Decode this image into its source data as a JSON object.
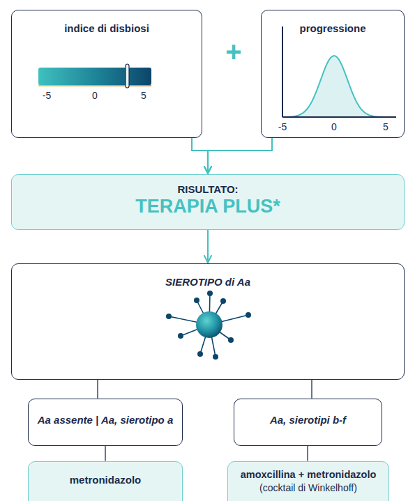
{
  "diagram": {
    "nodes": [
      {
        "text": [
          "indice di disbiosi"
        ]
      },
      {
        "text": [
          "progressione"
        ]
      },
      {
        "text": [
          "RISULTATO:",
          "TERAPIA PLUS*"
        ]
      },
      {
        "text": [
          "SIEROTIPO di Aa"
        ]
      },
      {
        "text": [
          "Aa assente | Aa, sierotipo a"
        ]
      },
      {
        "text": [
          "Aa, sierotipi b-f"
        ]
      },
      {
        "text": [
          "metronidazolo"
        ]
      },
      {
        "text": [
          "amoxcillina + metronidazolo",
          "(cocktail di Winkelhoff)"
        ]
      }
    ],
    "edges": [
      {
        "from": 0,
        "to": 2,
        "arrow": "to"
      },
      {
        "from": 1,
        "to": 2,
        "arrow": "to"
      },
      {
        "from": 2,
        "to": 3,
        "arrow": "to"
      },
      {
        "from": 3,
        "to": 4,
        "arrow": "none"
      },
      {
        "from": 3,
        "to": 5,
        "arrow": "none"
      },
      {
        "from": 4,
        "to": 6,
        "arrow": "none"
      },
      {
        "from": 5,
        "to": 7,
        "arrow": "none"
      }
    ],
    "labels": [
      "+",
      "-5",
      "0",
      "5",
      "-5",
      "0",
      "5"
    ]
  }
}
